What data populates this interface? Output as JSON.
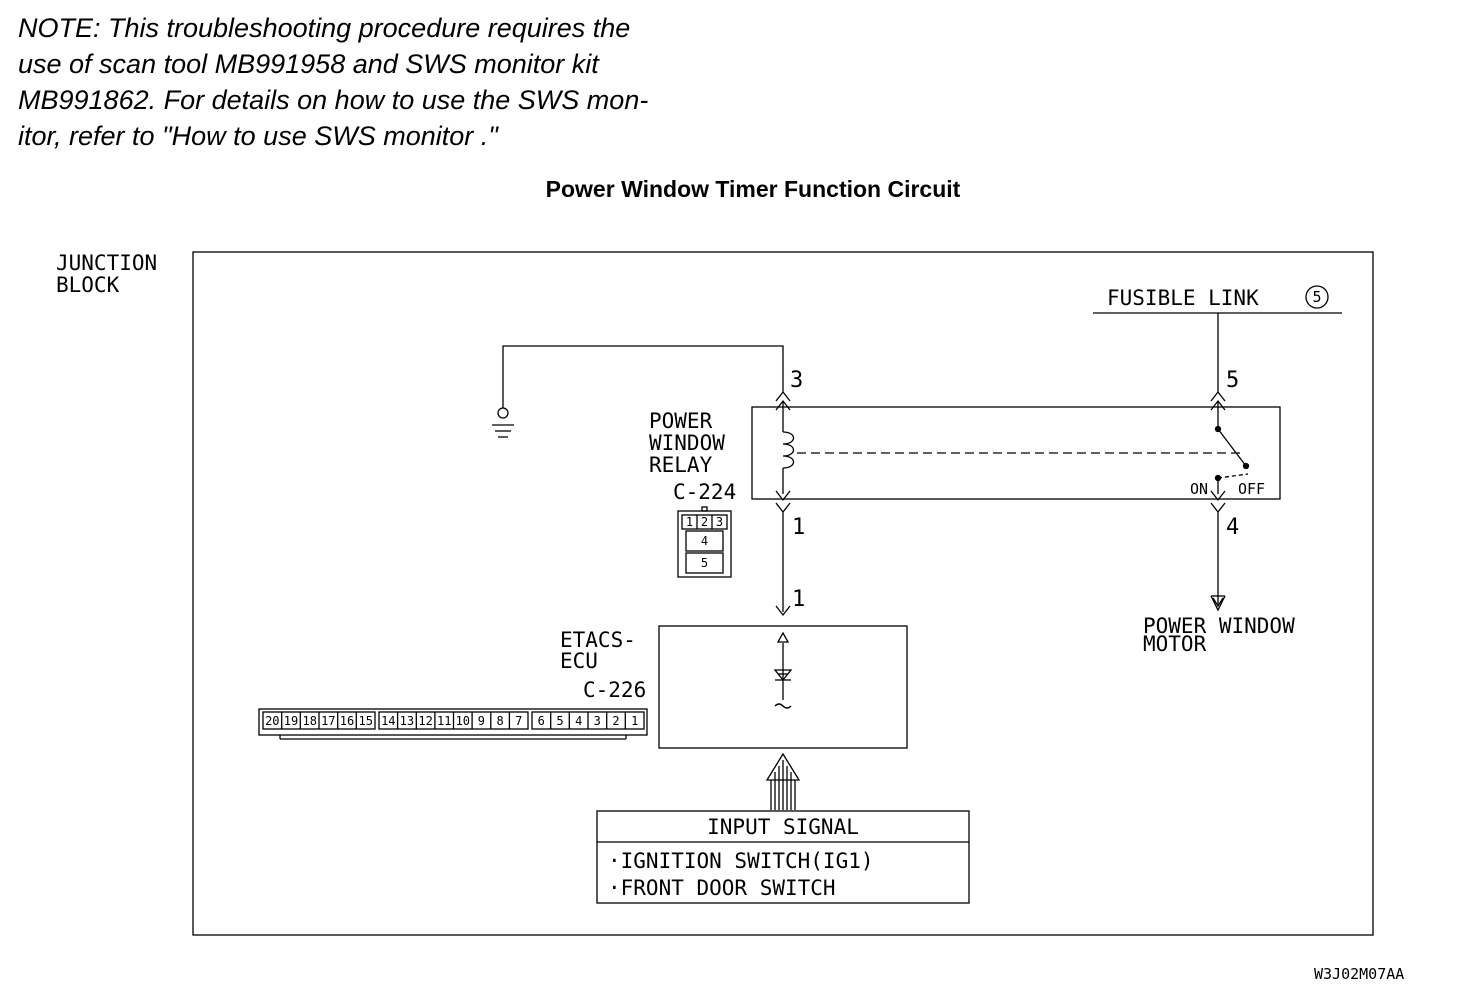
{
  "note": {
    "lines": [
      "NOTE: This troubleshooting procedure requires the",
      "use of scan tool MB991958 and SWS monitor kit",
      "MB991862. For details on how to use the SWS mon-",
      "itor, refer to \"How to use SWS monitor .\""
    ]
  },
  "diagram": {
    "title": "Power Window Timer Function Circuit",
    "junction_block": [
      "JUNCTION",
      "BLOCK"
    ],
    "fusible_link": "FUSIBLE LINK",
    "fusible_link_number": "5",
    "relay": {
      "name_lines": [
        "POWER",
        "WINDOW",
        "RELAY"
      ],
      "connector": "C-224",
      "pins": {
        "p3": "3",
        "p1": "1",
        "p5": "5",
        "p4": "4"
      },
      "cells": [
        "1",
        "2",
        "3",
        "4",
        "5"
      ],
      "on_label": "ON",
      "off_label": "OFF"
    },
    "ecu": {
      "name_lines": [
        "ETACS-",
        "ECU"
      ],
      "connector": "C-226",
      "pin": "1",
      "cells": [
        "20",
        "19",
        "18",
        "17",
        "16",
        "15",
        "14",
        "13",
        "12",
        "11",
        "10",
        "9",
        "8",
        "7",
        "6",
        "5",
        "4",
        "3",
        "2",
        "1"
      ]
    },
    "motor": [
      "POWER WINDOW",
      "MOTOR"
    ],
    "input_signal": {
      "header": "INPUT SIGNAL",
      "items": [
        "·IGNITION SWITCH(IG1)",
        "·FRONT DOOR SWITCH"
      ]
    },
    "figure_code": "W3J02M07AA"
  }
}
